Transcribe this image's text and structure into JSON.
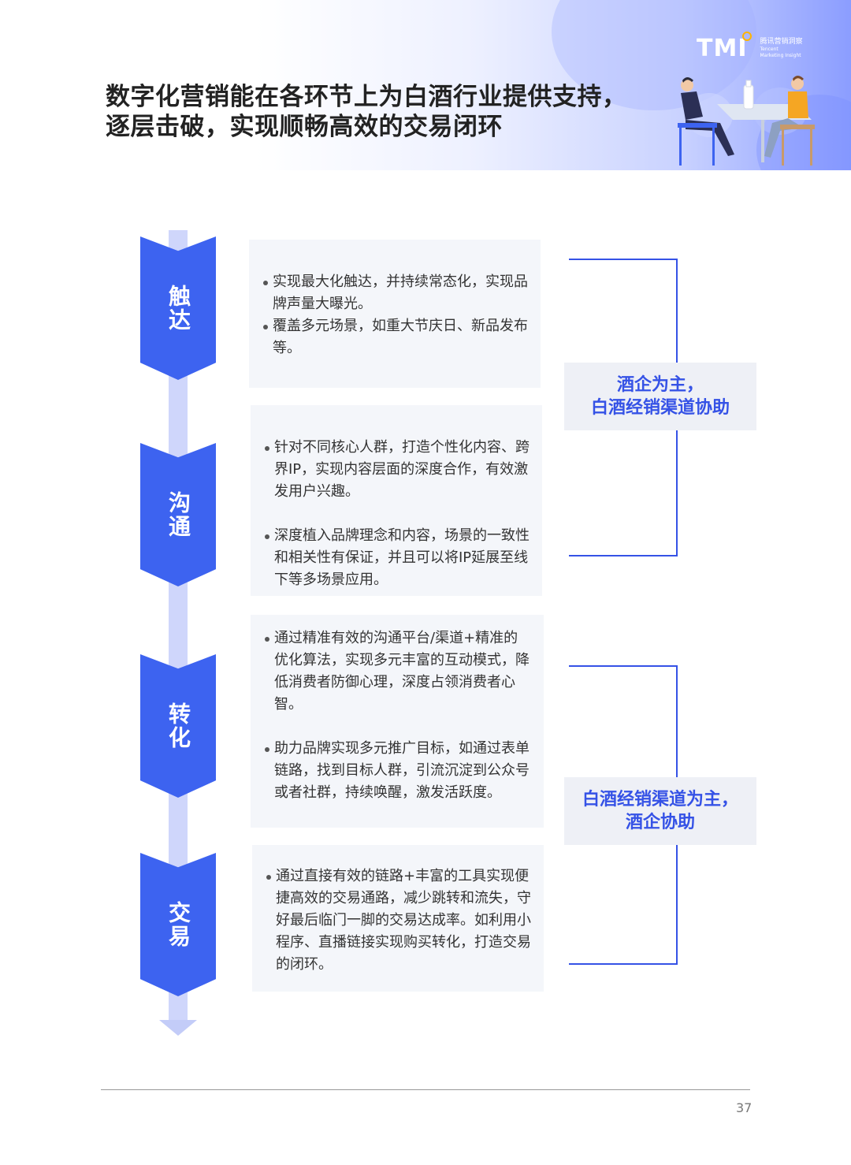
{
  "header": {
    "logo_mark": "TMI",
    "logo_cn": "腾讯营销洞察",
    "logo_en_1": "Tencent",
    "logo_en_2": "Marketing Insight",
    "title_line1": "数字化营销能在各环节上为白酒行业提供支持，",
    "title_line2": "逐层击破，实现顺畅高效的交易闭环"
  },
  "stages": [
    {
      "label": "触达",
      "bullets": [
        "实现最大化触达，并持续常态化，实现品牌声量大曝光。",
        "覆盖多元场景，如重大节庆日、新品发布等。"
      ]
    },
    {
      "label": "沟通",
      "bullets": [
        "针对不同核心人群，打造个性化内容、跨界IP，实现内容层面的深度合作，有效激发用户兴趣。",
        "深度植入品牌理念和内容，场景的一致性和相关性有保证，并且可以将IP延展至线下等多场景应用。"
      ]
    },
    {
      "label": "转化",
      "bullets": [
        "通过精准有效的沟通平台/渠道+精准的优化算法，实现多元丰富的互动模式，降低消费者防御心理，深度占领消费者心智。",
        "助力品牌实现多元推广目标，如通过表单链路，找到目标人群，引流沉淀到公众号或者社群，持续唤醒，激发活跃度。"
      ]
    },
    {
      "label": "交易",
      "bullets": [
        "通过直接有效的链路+丰富的工具实现便捷高效的交易通路，减少跳转和流失，守好最后临门一脚的交易达成率。如利用小程序、直播链接实现购买转化，打造交易的闭环。"
      ]
    }
  ],
  "roles": [
    {
      "line1": "酒企为主，",
      "line2": "白酒经销渠道协助"
    },
    {
      "line1": "白酒经销渠道为主，",
      "line2": "酒企协助"
    }
  ],
  "footer": {
    "page_number": "37"
  },
  "colors": {
    "accent": "#3d63f0",
    "bracket": "#3552e6",
    "card_bg": "#f4f6fa",
    "axis": "#cfd6fb"
  }
}
